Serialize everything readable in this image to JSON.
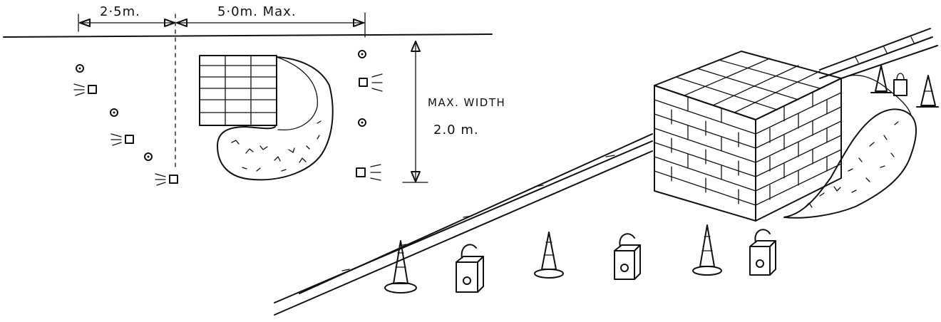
{
  "diagram": {
    "dimension_left": "2·5m.",
    "dimension_right": "5·0m. Max.",
    "width_label_line1": "MAX. WIDTH",
    "width_label_line2": "2.0 m."
  },
  "colors": {
    "ink": "#111111",
    "paper": "#ffffff"
  },
  "icons": [
    "cone",
    "warning-lamp",
    "brick-stack",
    "rubble-pile"
  ]
}
